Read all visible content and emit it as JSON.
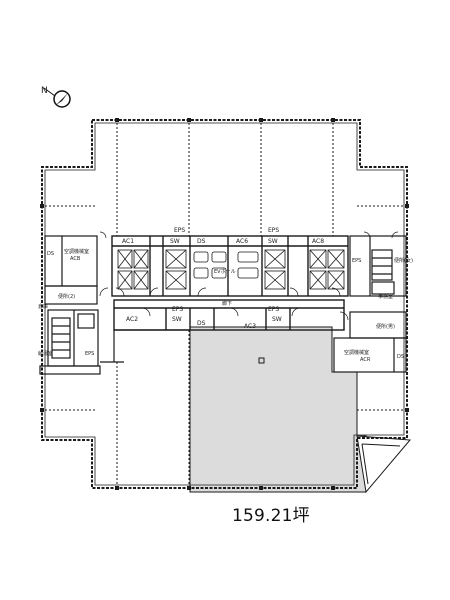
{
  "compass": {
    "north_label": "N"
  },
  "floor_area": "159.21坪",
  "rooms": {
    "ac1": "AC1",
    "ac2": "AC2",
    "ac3": "AC3",
    "ac6": "AC6",
    "ac8": "AC8",
    "acb": "ACB",
    "acr": "ACR",
    "sw": "SW",
    "ds": "DS",
    "eps": "EPS",
    "ahu_room": "空調機械室",
    "corridor": "廊下",
    "elevator_hall": "EVホール",
    "wc_m": "便所(男)",
    "wc_f": "便所(女)",
    "wc_m2": "便所(2)",
    "storage": "倉庫",
    "kitchen": "給湯室",
    "office": "事務室"
  },
  "colors": {
    "leased_fill": "#dcdcdc",
    "line": "#1a1a1a"
  }
}
